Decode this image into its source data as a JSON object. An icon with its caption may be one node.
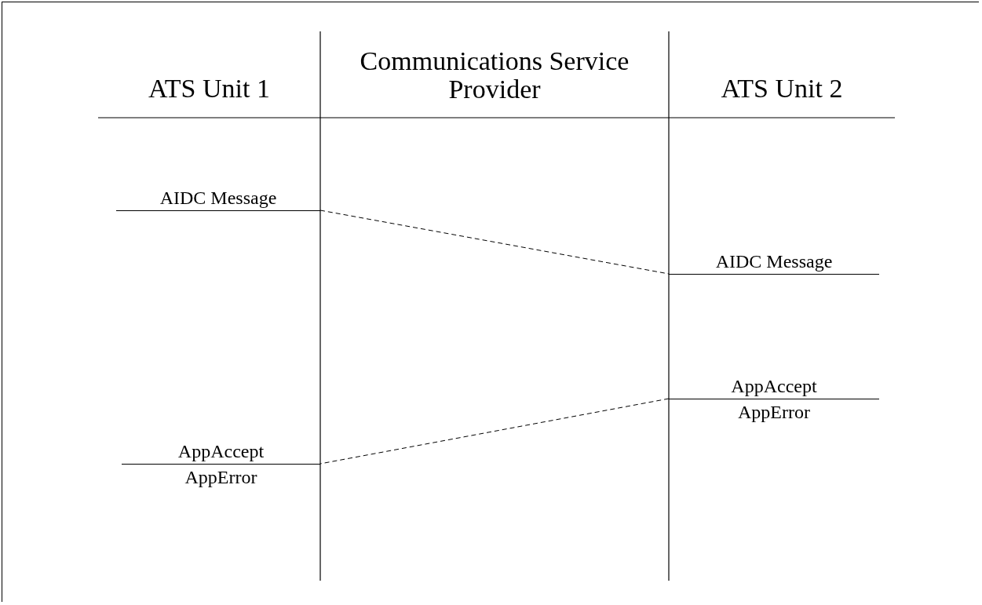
{
  "diagram": {
    "nodes": [
      {
        "text": [
          "AIDC Message"
        ]
      },
      {
        "text": [
          "AIDC Message"
        ]
      },
      {
        "text": [
          "AppAccept",
          "AppError"
        ]
      },
      {
        "text": [
          "AppAccept",
          "AppError"
        ]
      }
    ],
    "edges": [
      {
        "from": 0,
        "to": 1,
        "arrow": "none",
        "style": "dashed"
      },
      {
        "from": 2,
        "to": 3,
        "arrow": "none",
        "style": "dashed"
      }
    ],
    "labels": [
      "ATS Unit 1",
      "Communications Service Provider",
      "ATS Unit 2"
    ]
  }
}
